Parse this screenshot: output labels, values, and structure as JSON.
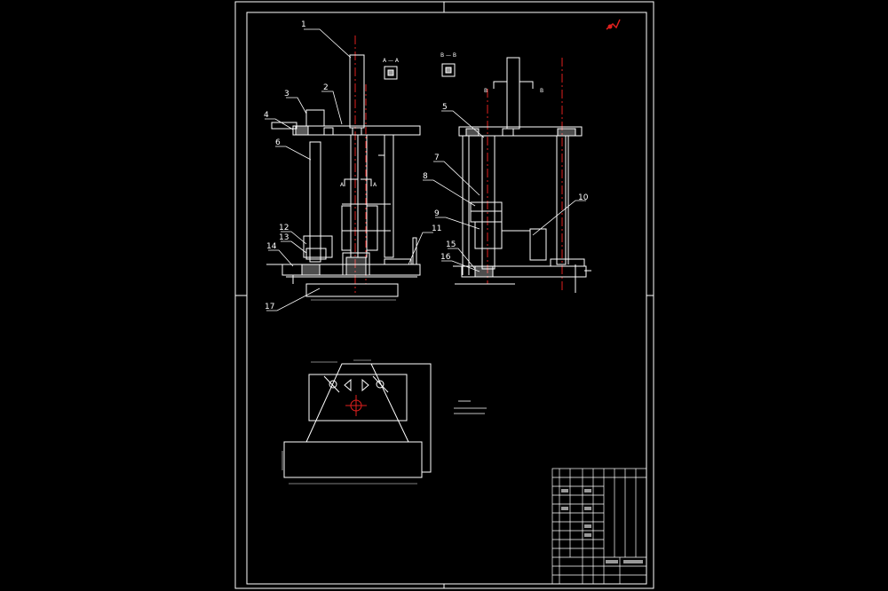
{
  "colors": {
    "background": "#000000",
    "line": "#ffffff",
    "centerline": "#e0201e",
    "accent": "#e0201e"
  },
  "view_labels": {
    "section_a": "A — A",
    "section_b": "B — B",
    "cut_a": "A",
    "cut_b": "B"
  },
  "balloons": [
    "1",
    "2",
    "3",
    "4",
    "5",
    "6",
    "7",
    "8",
    "9",
    "10",
    "11",
    "12",
    "13",
    "14",
    "15",
    "16",
    "17"
  ]
}
